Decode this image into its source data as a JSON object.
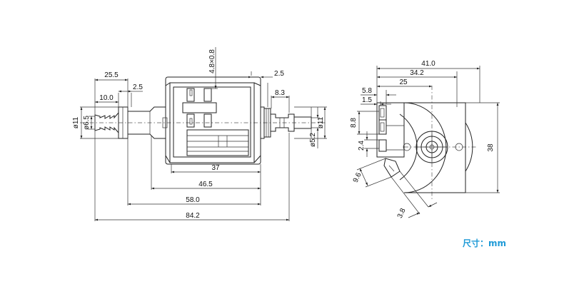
{
  "unit_label": "尺寸：mm",
  "colors": {
    "line": "#222222",
    "unit_text": "#1e9ad7"
  },
  "side_view": {
    "dims": {
      "d25_5": "25.5",
      "d2_5_left": "2.5",
      "d10_0": "10.0",
      "d4_8x0_8": "4.8×0.8",
      "d2_5_right": "2.5",
      "d8_3": "8.3",
      "d37": "37",
      "d46_5": "46.5",
      "d58_0": "58.0",
      "d84_2": "84.2",
      "phi11_left": "ø11",
      "phi6_5": "ø6.5",
      "phi11_right": "ø11",
      "phi5_2": "ø5.2"
    }
  },
  "end_view": {
    "dims": {
      "d41_0": "41.0",
      "d34_2": "34.2",
      "d25": "25",
      "d5_8": "5.8",
      "d1_5": "1.5",
      "d8_8": "8.8",
      "d2_4": "2.4",
      "d9_6": "9.6",
      "d3_8": "3.8",
      "d38": "38"
    }
  }
}
